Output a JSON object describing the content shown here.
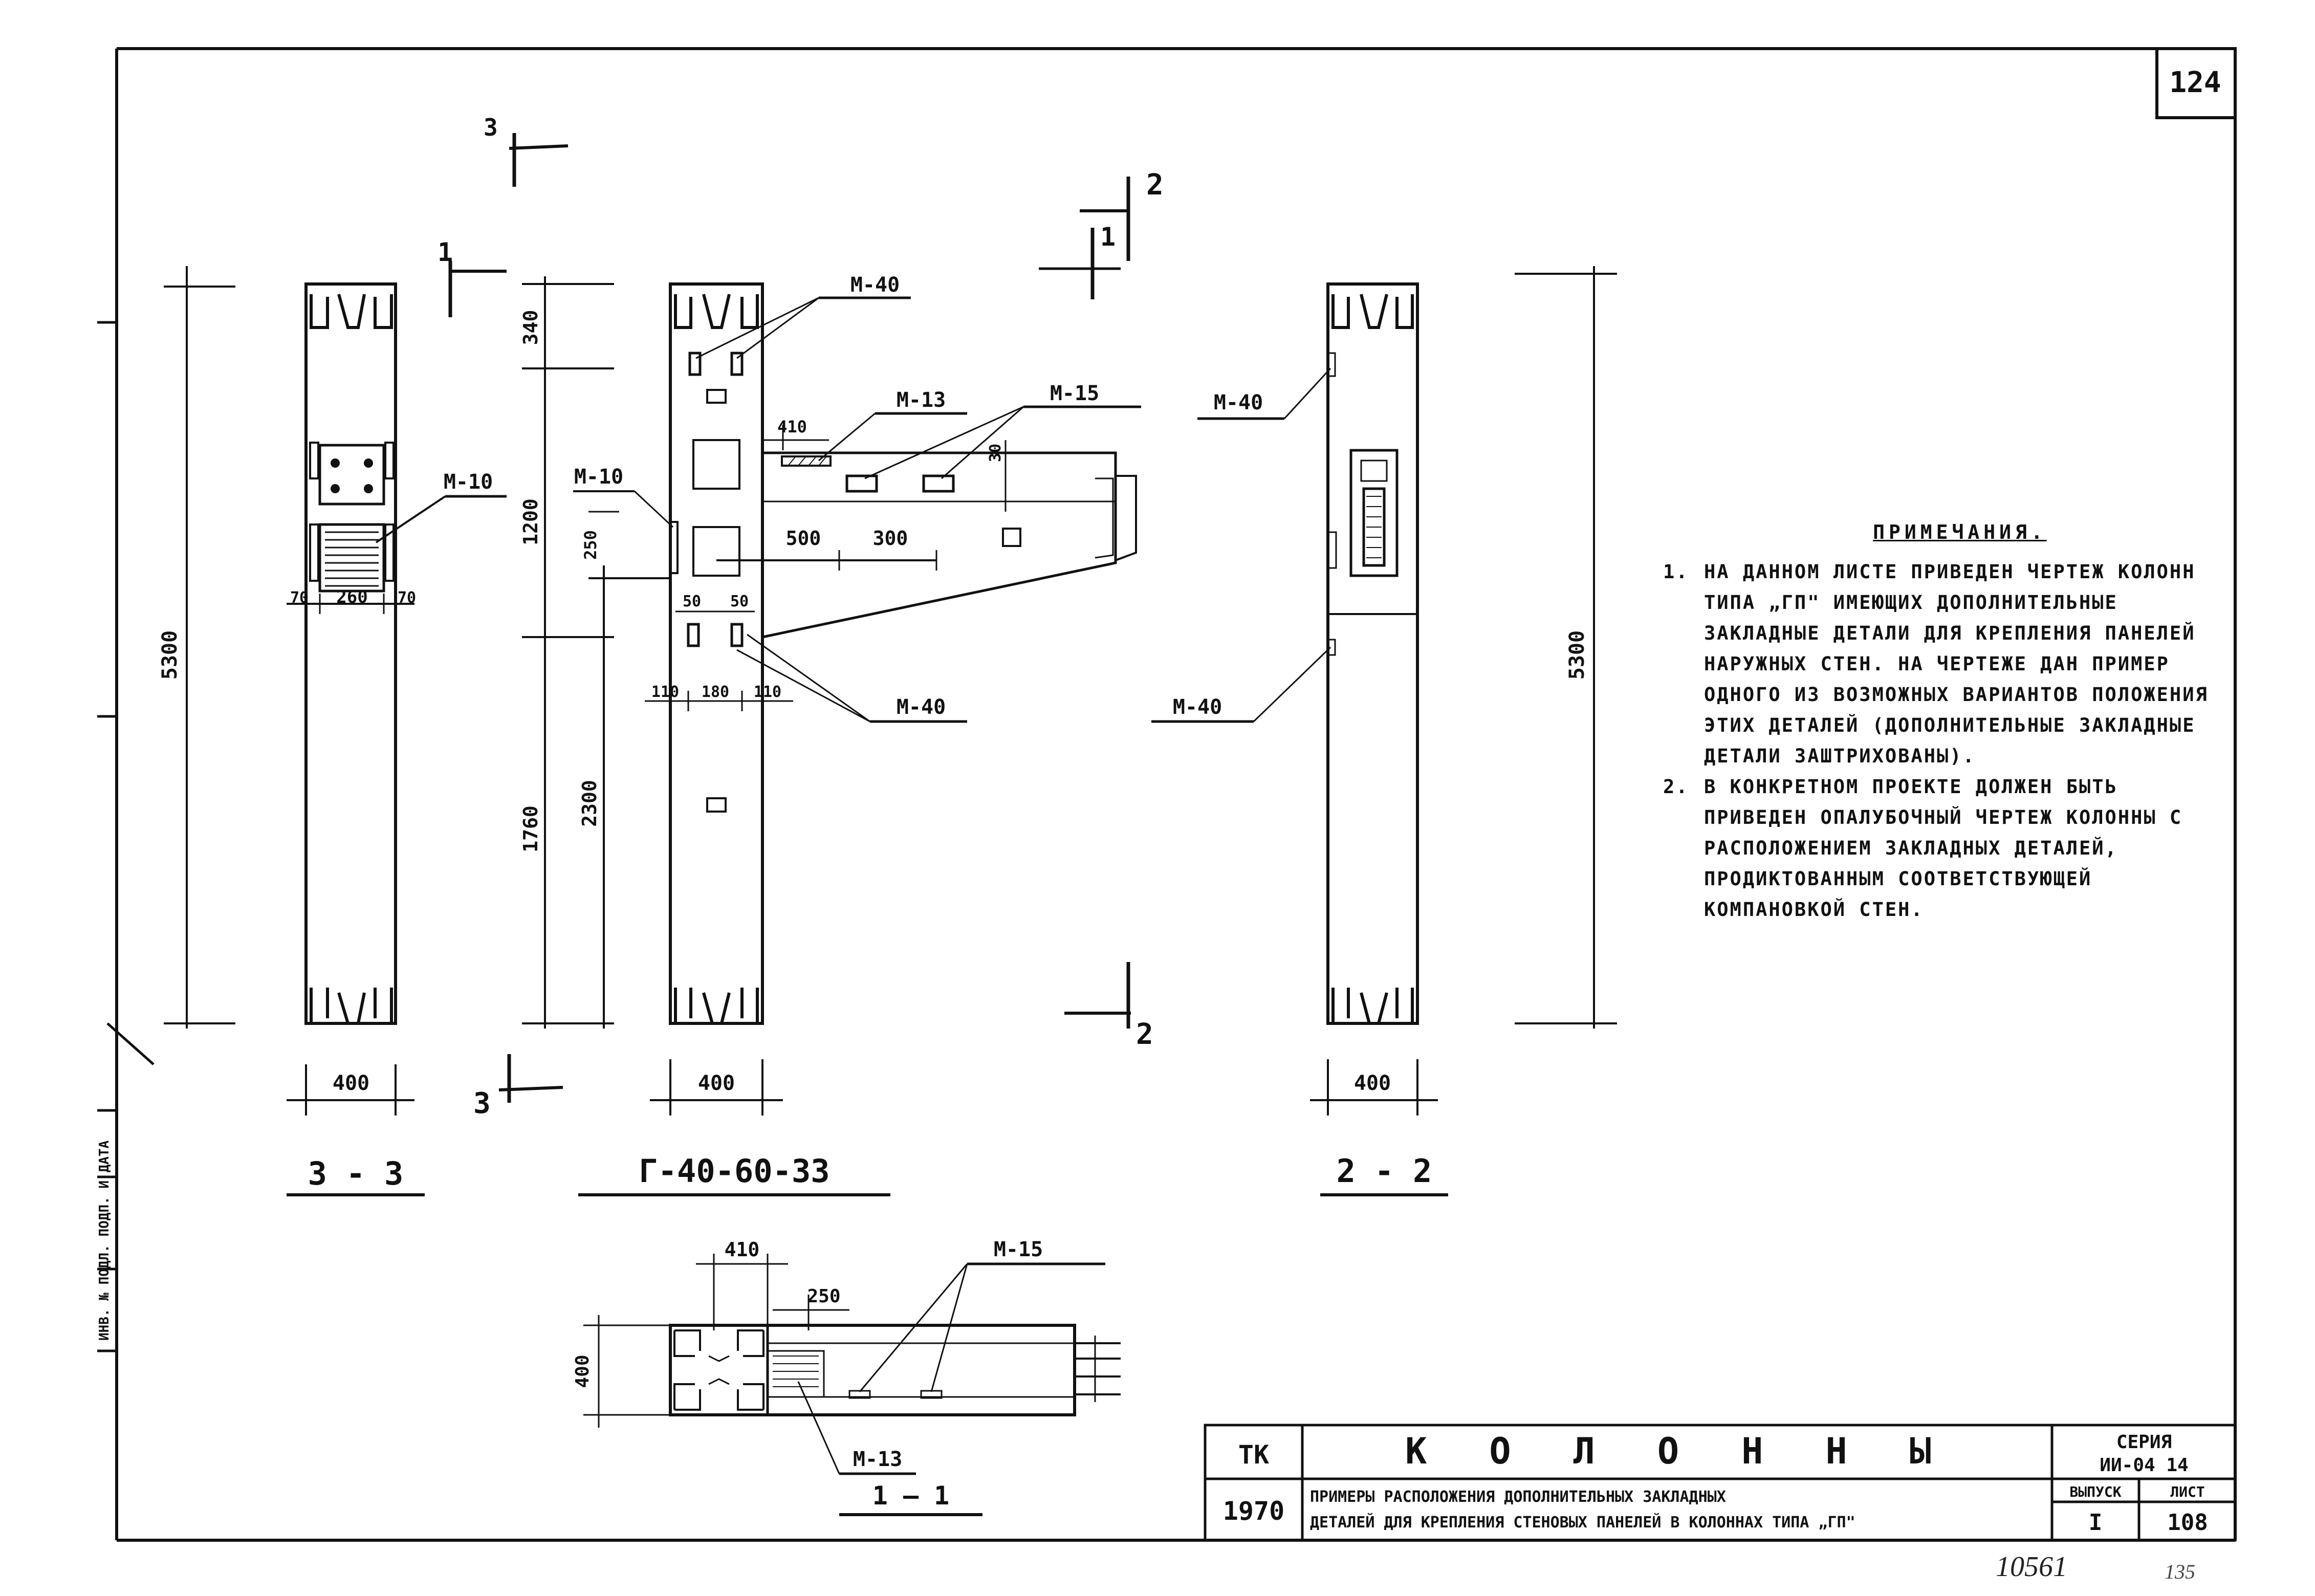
{
  "sheet": {
    "page_number": "124",
    "bottom_number": "10561",
    "bottom_corner": "135",
    "side_text": "ИНВ. № ПОДЛ. ПОДП. И ДАТА"
  },
  "views": {
    "view_33": {
      "title": "3 - 3",
      "height_dim": "5300",
      "width_dim": "400",
      "sub_dims": [
        "70",
        "260",
        "70"
      ],
      "part_label": "М-10"
    },
    "main": {
      "title": "Г-40-60-33",
      "dims_left": [
        "340",
        "1200",
        "1760"
      ],
      "dim_2300": "2300",
      "dim_250": "250",
      "dim_410": "410",
      "dim_500": "500",
      "dim_300": "300",
      "dim_30": "30",
      "dim_50a": "50",
      "dim_50b": "50",
      "dims_bottom": [
        "110",
        "180",
        "110"
      ],
      "width_dim": "400",
      "labels": [
        "М-40",
        "М-13",
        "М-15",
        "М-10",
        "М-40"
      ],
      "section_marks": [
        "3",
        "1",
        "2",
        "1",
        "2",
        "3"
      ]
    },
    "view_22": {
      "title": "2 - 2",
      "height_dim": "5300",
      "width_dim": "400",
      "labels": [
        "М-40",
        "М-40"
      ]
    },
    "view_11": {
      "title": "1 — 1",
      "dim_410": "410",
      "dim_250": "250",
      "dim_400": "400",
      "labels": [
        "М-15",
        "М-13"
      ]
    }
  },
  "notes": {
    "title": "ПРИМЕЧАНИЯ.",
    "items": [
      {
        "num": "1.",
        "text": "НА ДАННОМ ЛИСТЕ ПРИВЕДЕН ЧЕРТЕЖ КОЛОНН ТИПА „ГП\" ИМЕЮЩИХ ДОПОЛНИТЕЛЬНЫЕ ЗАКЛАДНЫЕ ДЕТАЛИ ДЛЯ КРЕПЛЕНИЯ ПАНЕЛЕЙ НАРУЖНЫХ СТЕН. НА ЧЕРТЕЖЕ ДАН ПРИМЕР ОДНОГО ИЗ ВОЗМОЖНЫХ ВАРИАНТОВ ПОЛОЖЕНИЯ ЭТИХ ДЕТАЛЕЙ (ДОПОЛНИТЕЛЬНЫЕ ЗАКЛАДНЫЕ ДЕТАЛИ ЗАШТРИХОВАНЫ)."
      },
      {
        "num": "2.",
        "text": "В КОНКРЕТНОМ ПРОЕКТЕ ДОЛЖЕН БЫТЬ ПРИВЕДЕН ОПАЛУБОЧНЫЙ ЧЕРТЕЖ КОЛОННЫ С РАСПОЛОЖЕНИЕМ ЗАКЛАДНЫХ ДЕТАЛЕЙ, ПРОДИКТОВАННЫМ СООТВЕТСТВУЮЩЕЙ КОМПАНОВКОЙ СТЕН."
      }
    ]
  },
  "title_block": {
    "org": "ТК",
    "year": "1970",
    "name": "К О Л О Н Н Ы",
    "series_label": "СЕРИЯ",
    "series_value": "ИИ-04 14",
    "description_line1": "ПРИМЕРЫ РАСПОЛОЖЕНИЯ ДОПОЛНИТЕЛЬНЫХ ЗАКЛАДНЫХ",
    "description_line2": "ДЕТАЛЕЙ ДЛЯ КРЕПЛЕНИЯ СТЕНОВЫХ ПАНЕЛЕЙ В КОЛОННАХ ТИПА „ГП\"",
    "issue_label": "ВЫПУСК",
    "issue_value": "I",
    "sheet_label": "ЛИСТ",
    "sheet_value": "108"
  }
}
